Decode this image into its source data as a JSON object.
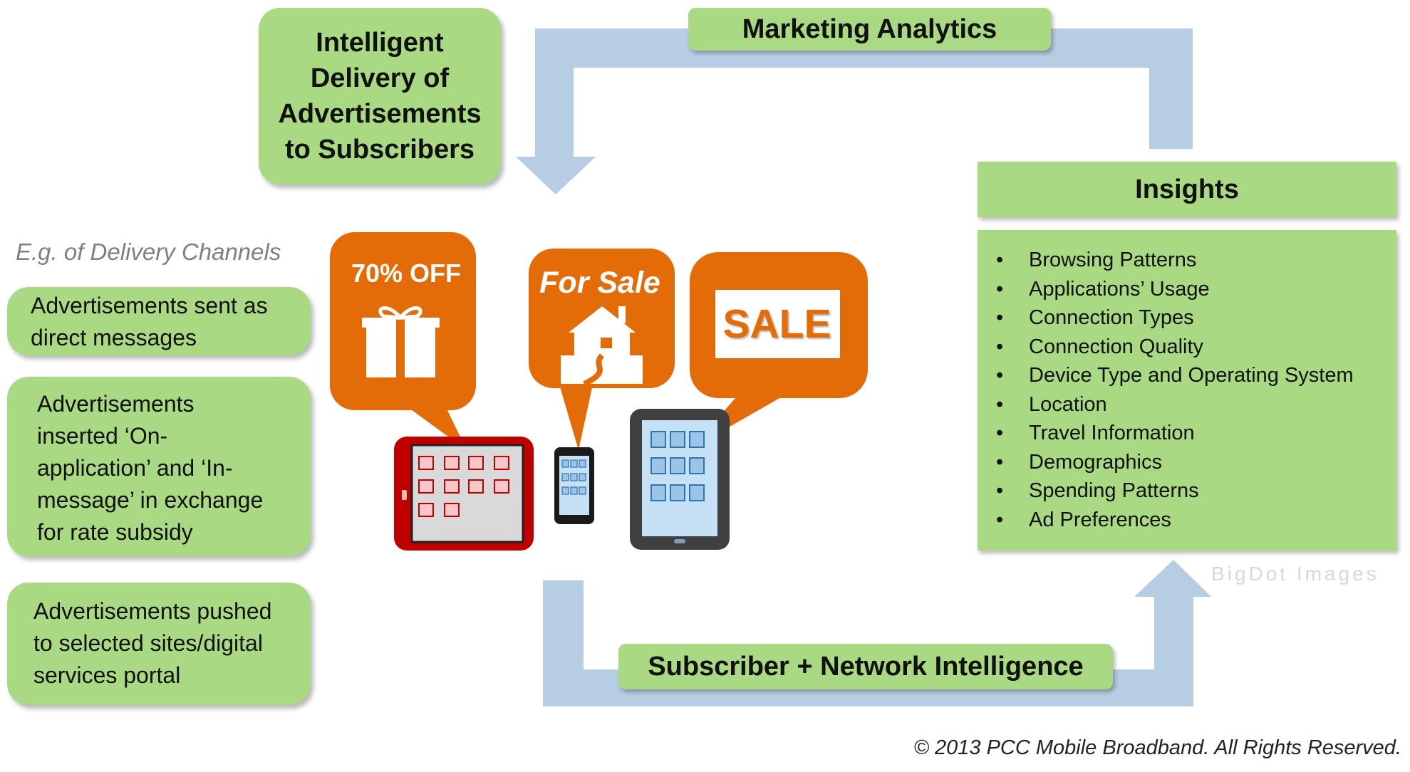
{
  "top_left": {
    "lines": [
      "Intelligent",
      "Delivery of",
      "Advertisements",
      "to Subscribers"
    ]
  },
  "marketing": {
    "label": "Marketing Analytics"
  },
  "insights": {
    "title": "Insights",
    "items": [
      "Browsing Patterns",
      "Applications’ Usage",
      "Connection Types",
      "Connection Quality",
      "Device Type and Operating System",
      "Location",
      "Travel Information",
      "Demographics",
      "Spending Patterns",
      "Ad Preferences"
    ]
  },
  "subscriber": {
    "label": "Subscriber + Network Intelligence"
  },
  "channels": {
    "heading": "E.g. of Delivery Channels",
    "items": [
      {
        "lines": [
          "Advertisements sent as",
          "direct messages"
        ]
      },
      {
        "lines": [
          "Advertisements",
          "inserted  ‘On-",
          "application’ and ‘In-",
          "message’ in exchange",
          "for rate subsidy"
        ]
      },
      {
        "lines": [
          "Advertisements pushed",
          "to selected sites/digital",
          "services portal"
        ]
      }
    ]
  },
  "bubbles": {
    "b1": "70% OFF",
    "b2": "For Sale",
    "b3": "SALE"
  },
  "watermark": "BigDot Images",
  "copyright": "©  2013 PCC Mobile Broadband. All Rights Reserved.",
  "colors": {
    "green_box": "#a9d982",
    "arrow": "#b7cde3",
    "orange": "#e36c09",
    "red_device": "#c00000",
    "dark_device": "#404040",
    "screen_blue": "#c6e0f5"
  }
}
